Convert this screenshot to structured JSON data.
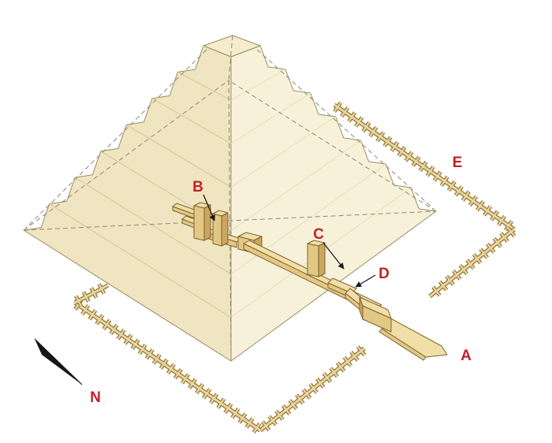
{
  "diagram": {
    "labels": {
      "A": "A",
      "B": "B",
      "C": "C",
      "D": "D",
      "E": "E"
    },
    "north_label": "N"
  },
  "colors": {
    "background": "#ffffff",
    "label-color": "#c32026",
    "pyramid-left": "#f0e5c1",
    "pyramid-right": "#f8f1da",
    "pyramid-top": "#f5ecce",
    "pyramid-outline": "#9a8c66",
    "step-line-left": "#d7c693",
    "step-line-right": "#e8ddb6",
    "hidden-edge": "#8f8872",
    "structure-top": "#f0dfa6",
    "structure-front": "#e3c884",
    "structure-side": "#cba65e",
    "structure-outline": "#7e6230",
    "wall-fill": "#e9d59c",
    "wall-outline": "#8f7236"
  }
}
